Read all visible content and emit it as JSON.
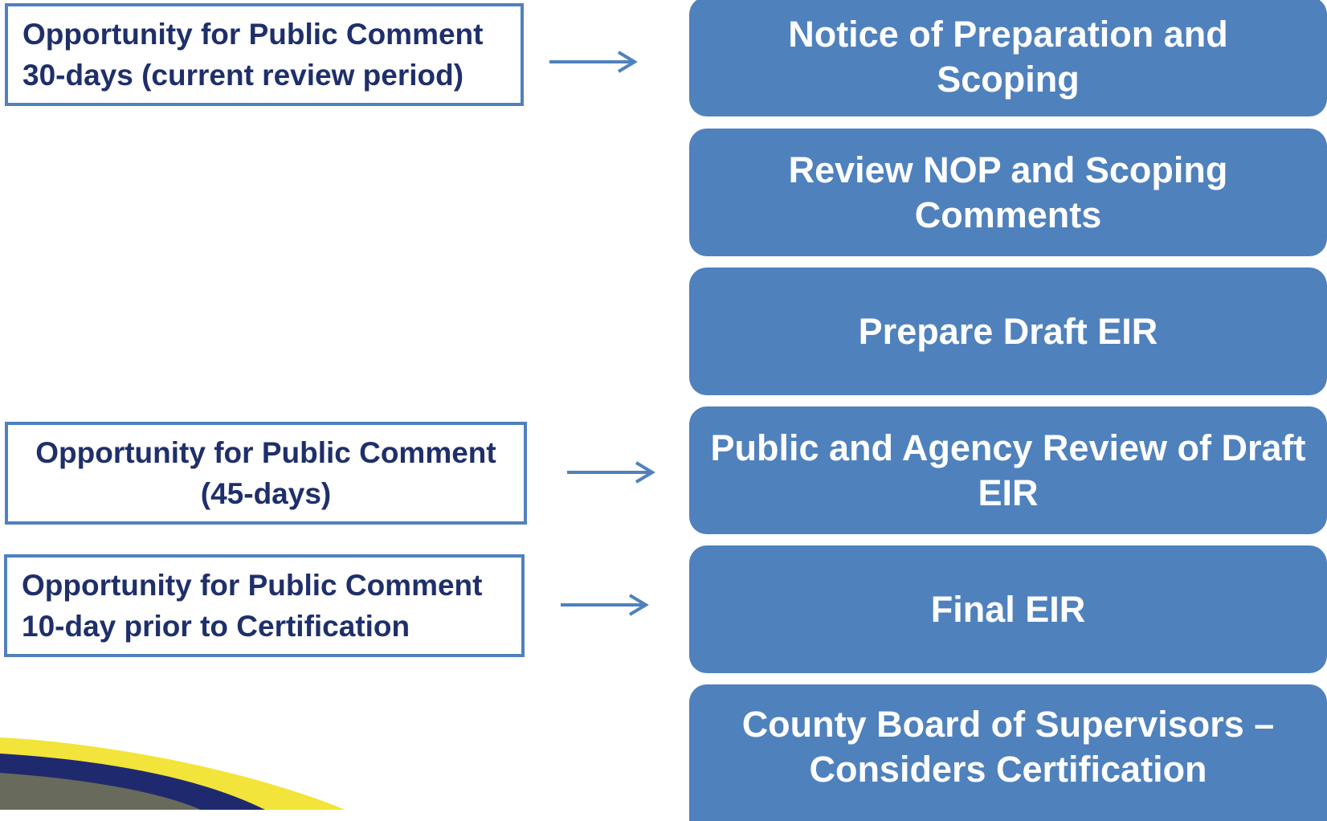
{
  "comments": [
    {
      "line1": "Opportunity for Public Comment",
      "line2": "30-days (current review period)"
    },
    {
      "line1": "Opportunity for Public Comment",
      "line2": "(45-days)"
    },
    {
      "line1": "Opportunity for Public Comment",
      "line2": "10-day prior to Certification"
    }
  ],
  "steps": [
    {
      "line1": "Notice of Preparation and",
      "line2": "Scoping"
    },
    {
      "line1": "Review NOP and Scoping",
      "line2": "Comments"
    },
    {
      "line1": "Prepare Draft EIR",
      "line2": ""
    },
    {
      "line1": "Public and Agency Review of Draft",
      "line2": "EIR"
    },
    {
      "line1": "Final EIR",
      "line2": ""
    },
    {
      "line1": "County Board of Supervisors –",
      "line2": "Considers Certification"
    }
  ],
  "colors": {
    "step_fill": "#4f81bd",
    "comment_border": "#4f81bd",
    "comment_text": "#1f2f6b",
    "swoosh_yellow": "#f2e43a",
    "swoosh_navy": "#1f2a6e"
  }
}
